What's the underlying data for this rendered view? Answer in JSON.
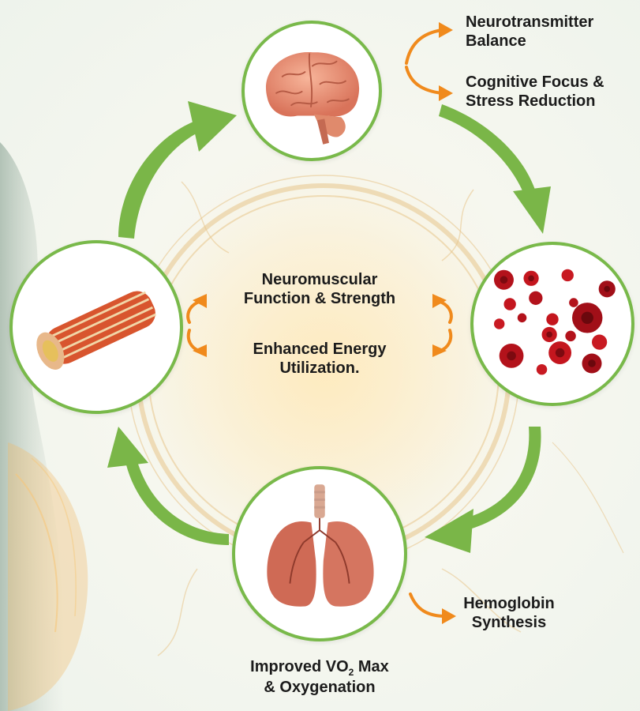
{
  "nodes": {
    "brain": "brain-icon",
    "blood": "red-blood-cells-icon",
    "lungs": "lungs-icon",
    "muscle": "muscle-fiber-icon"
  },
  "labels": {
    "neurotransmitter": {
      "line1": "Neurotransmitter",
      "line2": "Balance"
    },
    "cognitive": {
      "line1": "Cognitive Focus &",
      "line2": "Stress Reduction"
    },
    "neuromuscular": {
      "line1": "Neuromuscular",
      "line2": "Function & Strength"
    },
    "energy": {
      "line1": "Enhanced Energy",
      "line2": "Utilization."
    },
    "hemoglobin": {
      "line1": "Hemoglobin",
      "line2": "Synthesis"
    },
    "vo2": {
      "prefix": "Improved VO",
      "subscript": "2",
      "suffix": " Max",
      "line2": "& Oxygenation"
    }
  },
  "colors": {
    "cycle_arrow": "#7ab648",
    "node_border": "#79b94a",
    "small_arrow": "#f08a1c",
    "text": "#1b1b1b"
  }
}
